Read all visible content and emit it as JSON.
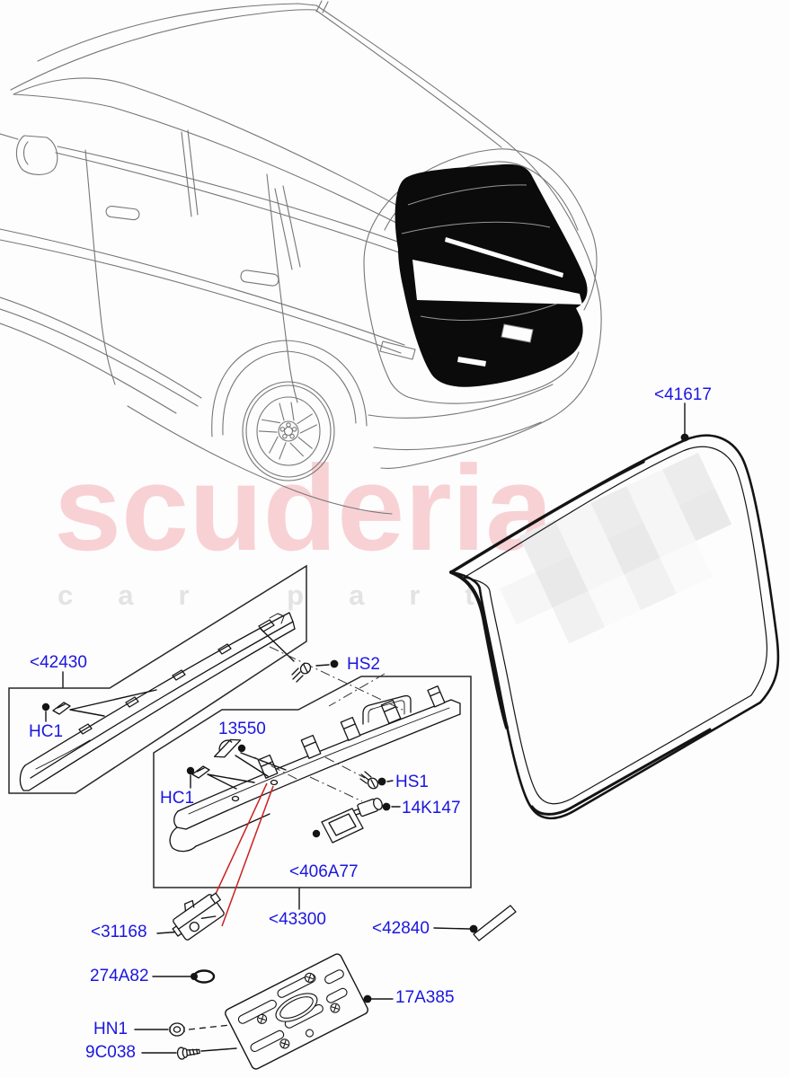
{
  "watermark": {
    "brand": "scuderia",
    "tagline": "car parts"
  },
  "colors": {
    "callout_blue": "#1b16e0",
    "watermark_pink": "#f8d1d5",
    "watermark_gray": "#e3e3e3",
    "vehicle_line_gray": "#767676",
    "part_line_black": "#141414",
    "highlight_red": "#cc2020",
    "tailgate_fill_black": "#0b0b0b"
  },
  "diagram": {
    "subject": "tailgate luggage compartment door exploded view",
    "vehicle": "compact SUV rear three-quarter line art with blacked-out tailgate glass"
  },
  "callouts": [
    {
      "id": "41617",
      "text": "<41617",
      "icon": "weatherstrip-seal-loop"
    },
    {
      "id": "42430",
      "text": "<42430",
      "icon": "spoiler-trim-blade"
    },
    {
      "id": "hs2",
      "text": "HS2",
      "icon": "screw"
    },
    {
      "id": "hc1-a",
      "text": "HC1",
      "icon": "clip"
    },
    {
      "id": "13550",
      "text": "13550",
      "icon": "clip"
    },
    {
      "id": "hc1-b",
      "text": "HC1",
      "icon": "clip"
    },
    {
      "id": "hs1",
      "text": "HS1",
      "icon": "screw"
    },
    {
      "id": "14k147",
      "text": "14K147",
      "icon": "sensor-grommet"
    },
    {
      "id": "406a77",
      "text": "<406A77",
      "icon": "latch-panel-assembly"
    },
    {
      "id": "43300",
      "text": "<43300",
      "icon": "latch-panel-assembly"
    },
    {
      "id": "31168",
      "text": "<31168",
      "icon": "latch-mechanism"
    },
    {
      "id": "42840",
      "text": "<42840",
      "icon": "trim-strip"
    },
    {
      "id": "274a82",
      "text": "274A82",
      "icon": "o-ring"
    },
    {
      "id": "17a385",
      "text": "17A385",
      "icon": "licence-plate-bracket"
    },
    {
      "id": "hn1",
      "text": "HN1",
      "icon": "nut"
    },
    {
      "id": "9c038",
      "text": "9C038",
      "icon": "screw"
    }
  ]
}
